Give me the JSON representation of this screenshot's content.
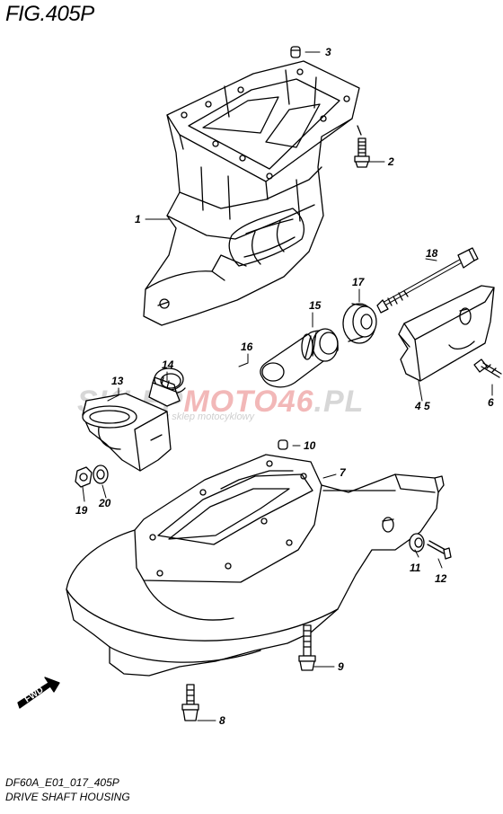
{
  "figure": {
    "title": "FIG.405P",
    "code": "DF60A_E01_017_405P",
    "caption": "DRIVE SHAFT HOUSING"
  },
  "watermark": {
    "brand_a": "SKLEP",
    "brand_b": "MOTO46",
    "brand_c": ".PL",
    "tagline": "internetowy sklep motocyklowy"
  },
  "fwd_label": "FWD",
  "callouts": {
    "c1": "1",
    "c2": "2",
    "c3": "3",
    "c4_5": "4 5",
    "c6": "6",
    "c7": "7",
    "c8": "8",
    "c9": "9",
    "c10": "10",
    "c11": "11",
    "c12": "12",
    "c13": "13",
    "c14": "14",
    "c15": "15",
    "c16": "16",
    "c17": "17",
    "c18": "18",
    "c19": "19",
    "c20": "20"
  },
  "colors": {
    "line": "#000000",
    "fill": "#ffffff",
    "watermark_red": "#f2b8b8",
    "watermark_gray": "#d7d7d7"
  }
}
